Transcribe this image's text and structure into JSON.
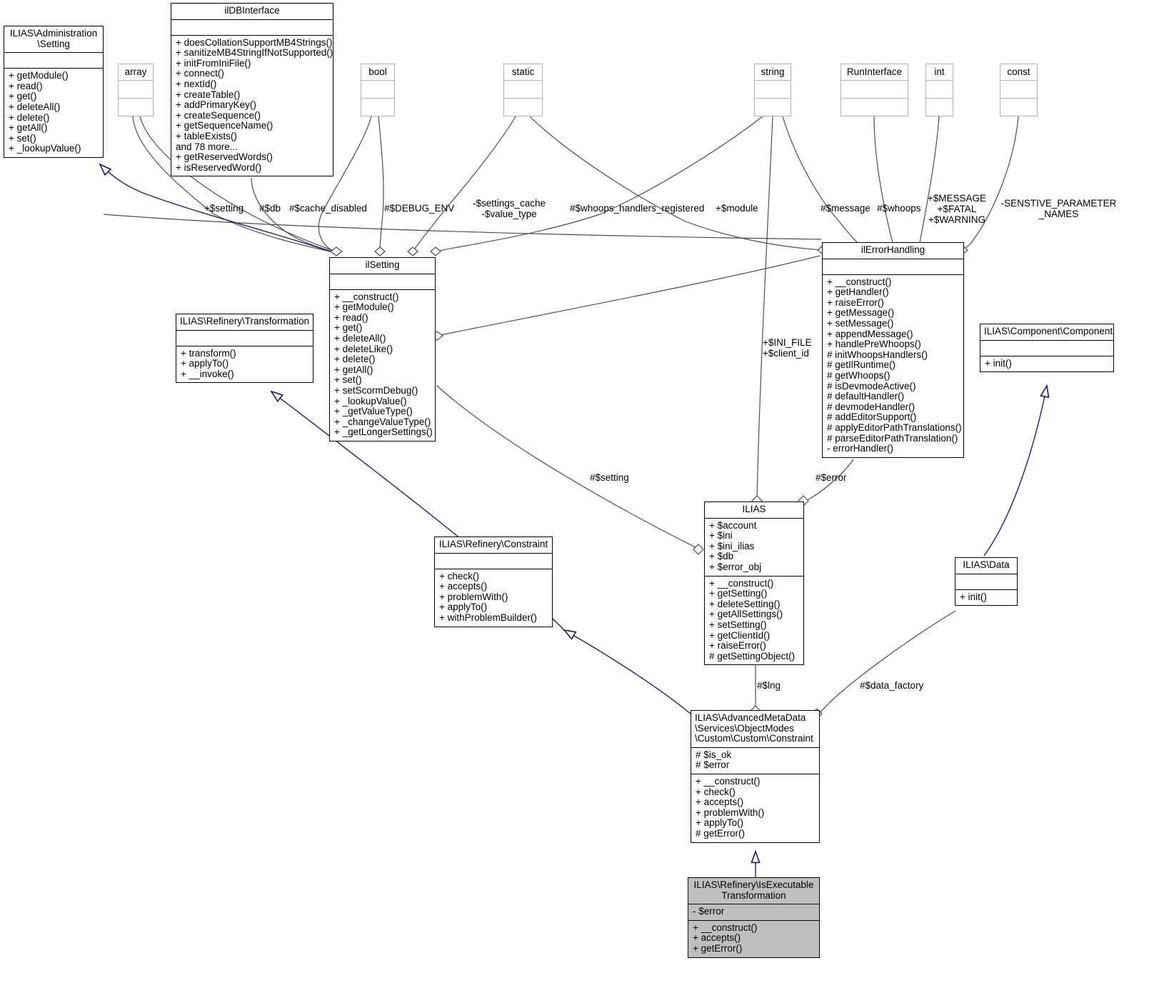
{
  "diagram": {
    "title": "UML collaboration / class diagram",
    "focal_class": "ILIAS\\Refinery\\IsExecutableTransformation"
  },
  "classes": {
    "administration_setting": {
      "name": "ILIAS\\Administration\n\\Setting",
      "attributes": [],
      "operations": [
        "+ getModule()",
        "+ read()",
        "+ get()",
        "+ deleteAll()",
        "+ delete()",
        "+ getAll()",
        "+ set()",
        "+ _lookupValue()"
      ]
    },
    "ildbinterface": {
      "name": "ilDBInterface",
      "attributes": [],
      "operations": [
        "+ doesCollationSupportMB4Strings()",
        "+ sanitizeMB4StringIfNotSupported()",
        "+ initFromIniFile()",
        "+ connect()",
        "+ nextId()",
        "+ createTable()",
        "+ addPrimaryKey()",
        "+ createSequence()",
        "+ getSequenceName()",
        "+ tableExists()",
        "and 78 more...",
        "+ getReservedWords()",
        "+ isReservedWord()"
      ]
    },
    "ilsetting": {
      "name": "ilSetting",
      "attributes": [],
      "operations": [
        "+ __construct()",
        "+ getModule()",
        "+ read()",
        "+ get()",
        "+ deleteAll()",
        "+ deleteLike()",
        "+ delete()",
        "+ getAll()",
        "+ set()",
        "+ setScormDebug()",
        "+ _lookupValue()",
        "+ _getValueType()",
        "+ _changeValueType()",
        "+ _getLongerSettings()"
      ]
    },
    "ilerrorhandling": {
      "name": "ilErrorHandling",
      "attributes": [],
      "operations": [
        "+ __construct()",
        "+ getHandler()",
        "+ raiseError()",
        "+ getMessage()",
        "+ setMessage()",
        "+ appendMessage()",
        "+ handlePreWhoops()",
        "# initWhoopsHandlers()",
        "# getIlRuntime()",
        "# getWhoops()",
        "# isDevmodeActive()",
        "# defaultHandler()",
        "# devmodeHandler()",
        "# addEditorSupport()",
        "# applyEditorPathTranslations()",
        "# parseEditorPathTranslation()",
        "- errorHandler()"
      ]
    },
    "refinery_transformation": {
      "name": "ILIAS\\Refinery\\Transformation",
      "attributes": [],
      "operations": [
        "+ transform()",
        "+ applyTo()",
        "+ __invoke()"
      ]
    },
    "refinery_constraint": {
      "name": "ILIAS\\Refinery\\Constraint",
      "attributes": [],
      "operations": [
        "+ check()",
        "+ accepts()",
        "+ problemWith()",
        "+ applyTo()",
        "+ withProblemBuilder()"
      ]
    },
    "ilias": {
      "name": "ILIAS",
      "attributes": [
        "+ $account",
        "+ $ini",
        "+ $ini_ilias",
        "+ $db",
        "+ $error_obj"
      ],
      "operations": [
        "+ __construct()",
        "+ getSetting()",
        "+ deleteSetting()",
        "+ getAllSettings()",
        "+ setSetting()",
        "+ getClientId()",
        "+ raiseError()",
        "# getSettingObject()"
      ]
    },
    "component_component": {
      "name": "ILIAS\\Component\\Component",
      "attributes": [],
      "operations": [
        "+ init()"
      ]
    },
    "ilias_data": {
      "name": "ILIAS\\Data",
      "attributes": [],
      "operations": [
        "+ init()"
      ]
    },
    "amd_custom_constraint": {
      "name": "ILIAS\\AdvancedMetaData\n\\Services\\ObjectModes\n\\Custom\\Custom\\Constraint",
      "attributes": [
        "# $is_ok",
        "# $error"
      ],
      "operations": [
        "+ __construct()",
        "+ check()",
        "+ accepts()",
        "+ problemWith()",
        "+ applyTo()",
        "# getError()"
      ]
    },
    "is_executable_transformation": {
      "name": "ILIAS\\Refinery\\IsExecutable\nTransformation",
      "attributes": [
        "- $error"
      ],
      "operations": [
        "+ __construct()",
        "+ accepts()",
        "+ getError()"
      ]
    }
  },
  "typeboxes": {
    "array": {
      "name": "array"
    },
    "bool": {
      "name": "bool"
    },
    "static": {
      "name": "static"
    },
    "string": {
      "name": "string"
    },
    "runinterface": {
      "name": "RunInterface"
    },
    "int": {
      "name": "int"
    },
    "const": {
      "name": "const"
    }
  },
  "edge_labels": {
    "setting": "+$setting",
    "db": "#$db",
    "cache_disabled": "#$cache_disabled",
    "debug_env": "#$DEBUG_ENV",
    "settings_cache_value_type": "-$settings_cache\n-$value_type",
    "whoops_handlers_registered": "#$whoops_handlers_registered",
    "module": "+$module",
    "message": "#$message",
    "whoops": "#$whoops",
    "message_fatal_warning": "+$MESSAGE\n+$FATAL\n+$WARNING",
    "sensitive_parameter_names": "-SENSTIVE_PARAMETER\n_NAMES",
    "ini_file_client_id": "+$INI_FILE\n+$client_id",
    "setting_ilias": "#$setting",
    "error": "#$error",
    "lng": "#$lng",
    "data_factory": "#$data_factory"
  },
  "colors": {
    "inheritance_arrow": "#1f1f7a",
    "aggregation_line": "#4d4d4d",
    "box_border": "#000000",
    "typebox_border": "#b4b4b4",
    "focal_fill": "#bfbfbf",
    "background": "#ffffff"
  }
}
